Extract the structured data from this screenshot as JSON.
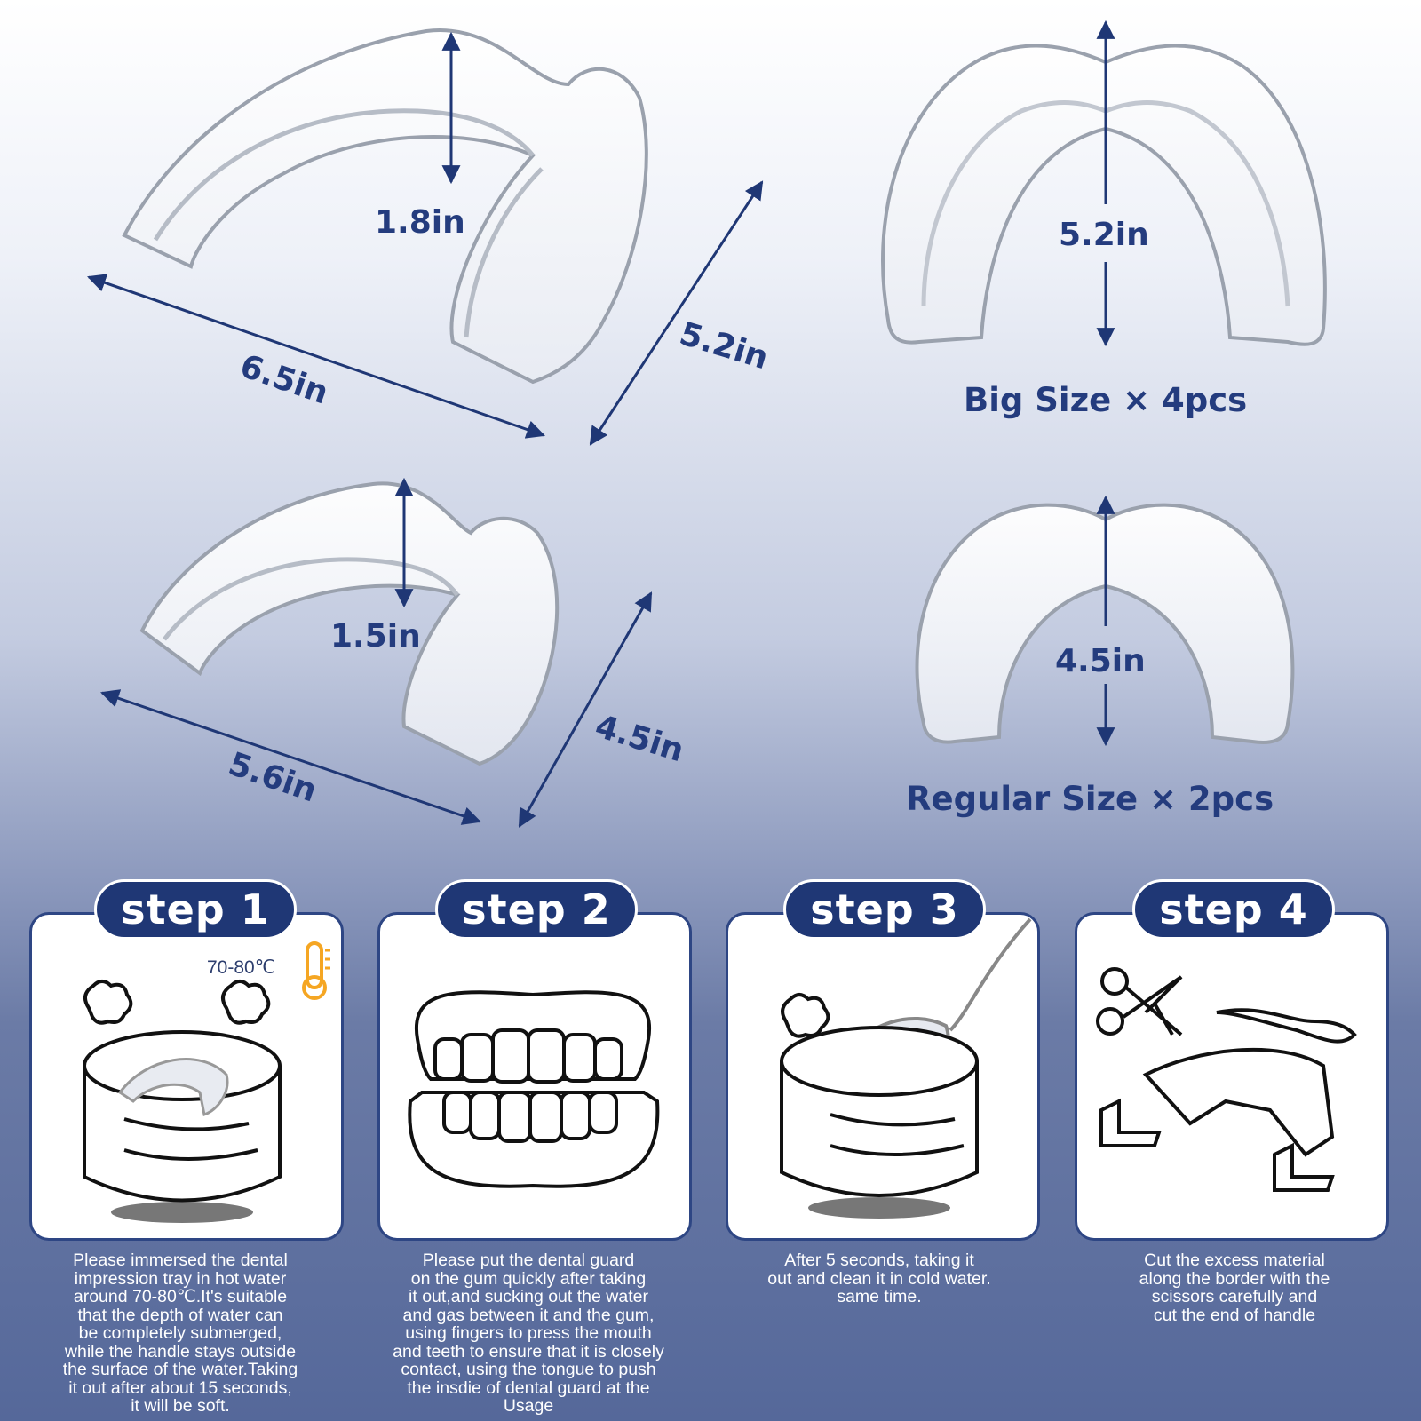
{
  "dimensions": {
    "big": {
      "height": "1.8in",
      "length": "6.5in",
      "width": "5.2in",
      "front_width": "5.2in",
      "label": "Big Size × 4pcs"
    },
    "regular": {
      "height": "1.5in",
      "length": "5.6in",
      "width": "4.5in",
      "front_width": "4.5in",
      "label": "Regular Size × 2pcs"
    }
  },
  "steps": [
    {
      "title": "step 1",
      "extra": "70-80℃",
      "text": "Please immersed the dental\nimpression tray in hot water\naround 70-80℃.It's suitable\nthat the depth of water can\nbe completely submerged,\nwhile the handle stays outside\nthe surface of the water.Taking\nit out after about 15 seconds,\nit will be soft."
    },
    {
      "title": "step 2",
      "text": "Please put the dental guard\non the gum quickly after taking\nit out,and sucking out the water\nand gas between it and the gum,\nusing fingers to press the mouth\nand teeth to ensure that it is closely\ncontact, using the tongue to push\nthe insdie of dental guard at the\nUsage"
    },
    {
      "title": "step 3",
      "text": "After 5 seconds, taking it\nout and clean it in cold water.\nsame time."
    },
    {
      "title": "step 4",
      "text": "Cut the excess material\nalong the border with the\nscissors carefully and\ncut the end of handle"
    }
  ],
  "colors": {
    "navy": "#1f3775",
    "label_blue": "#243c7e",
    "card_border": "#2e4684",
    "thermo_orange": "#f5a623"
  },
  "icons": [
    "mouth-guard-side",
    "mouth-guard-front",
    "thermometer-icon",
    "pot-icon",
    "teeth-icon",
    "spoon-icon",
    "scissors-icon"
  ]
}
